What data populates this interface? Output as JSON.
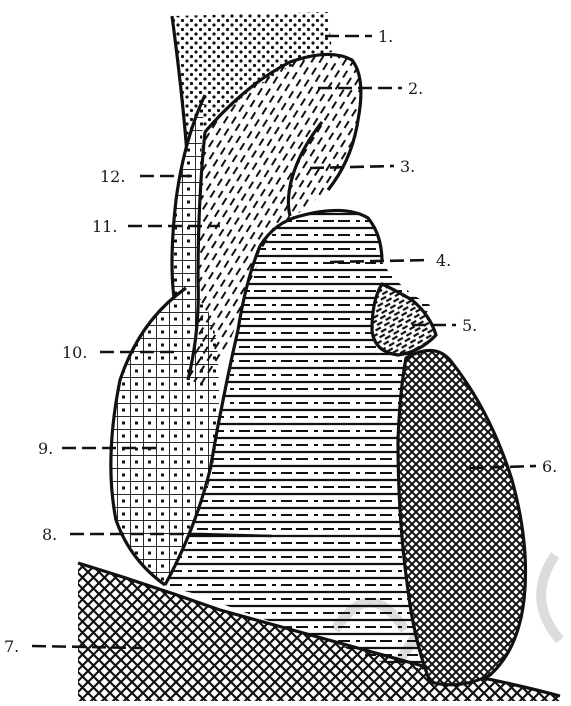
{
  "diagram": {
    "labels": [
      {
        "id": "1",
        "text": "1."
      },
      {
        "id": "2",
        "text": "2."
      },
      {
        "id": "3",
        "text": "3."
      },
      {
        "id": "4",
        "text": "4."
      },
      {
        "id": "5",
        "text": "5."
      },
      {
        "id": "6",
        "text": "6."
      },
      {
        "id": "7",
        "text": "7."
      },
      {
        "id": "8",
        "text": "8."
      },
      {
        "id": "9",
        "text": "9."
      },
      {
        "id": "10",
        "text": "10."
      },
      {
        "id": "11",
        "text": "11."
      },
      {
        "id": "12",
        "text": "12."
      }
    ],
    "colors": {
      "ink": "#111111",
      "background": "#ffffff",
      "watermark": "#dcdcdc"
    }
  }
}
